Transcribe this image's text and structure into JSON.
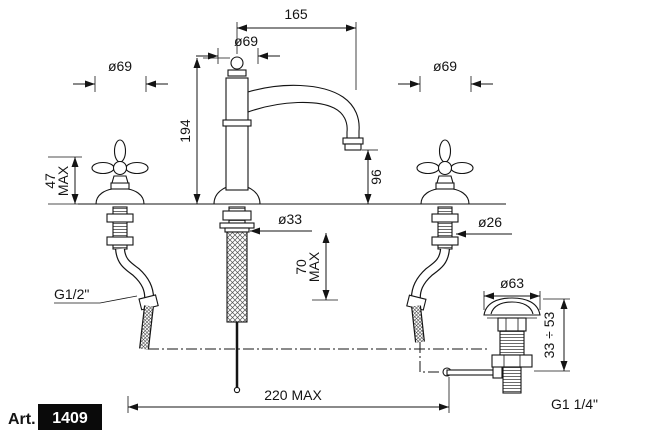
{
  "drawing": {
    "artcode": {
      "prefix": "Art.",
      "number": "1409"
    },
    "dims": {
      "spout_reach": "165",
      "spout_base_dia": "ø69",
      "left_handle_dia": "ø69",
      "right_handle_dia": "ø69",
      "total_height": "194",
      "spout_height": "96",
      "handle_height": "47",
      "handle_height_suffix": "MAX",
      "spout_hole": "ø33",
      "handle_hole": "ø26",
      "mount_depth": "70",
      "mount_depth_suffix": "MAX",
      "supply_thread": "G1/2\"",
      "waste_flange": "ø63",
      "waste_range": "33 ÷ 53",
      "spread": "220 MAX",
      "waste_thread": "G1 1/4\""
    }
  }
}
